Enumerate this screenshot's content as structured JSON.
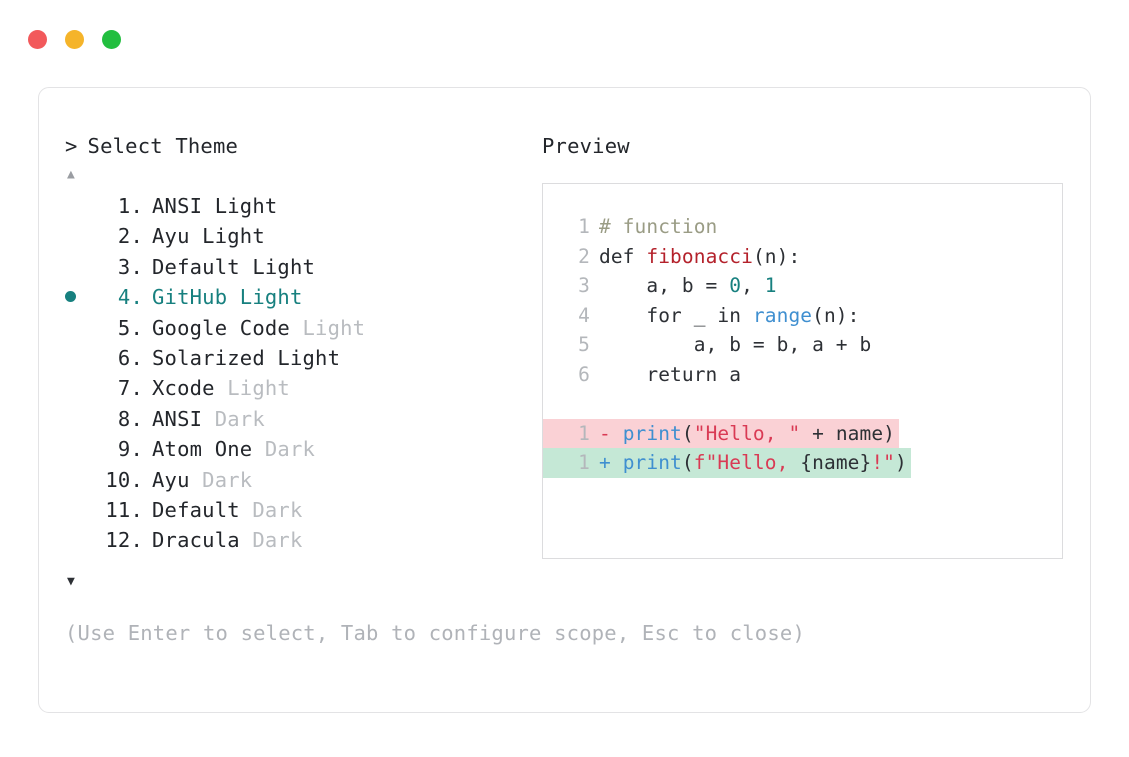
{
  "window": {
    "traffic_lights": [
      {
        "name": "close",
        "color": "#f2595b"
      },
      {
        "name": "minimize",
        "color": "#f5b42a"
      },
      {
        "name": "maximize",
        "color": "#22be3f"
      }
    ]
  },
  "left": {
    "prompt_caret": ">",
    "prompt_title": "Select Theme",
    "scroll_up": "▲",
    "scroll_down": "▼",
    "selected_index": 4,
    "items": [
      {
        "num": "1.",
        "name": "ANSI",
        "suffix": "Light",
        "suffix_muted": false,
        "selected": false
      },
      {
        "num": "2.",
        "name": "Ayu",
        "suffix": "Light",
        "suffix_muted": false,
        "selected": false
      },
      {
        "num": "3.",
        "name": "Default",
        "suffix": "Light",
        "suffix_muted": false,
        "selected": false
      },
      {
        "num": "4.",
        "name": "GitHub",
        "suffix": "Light",
        "suffix_muted": false,
        "selected": true
      },
      {
        "num": "5.",
        "name": "Google Code",
        "suffix": "Light",
        "suffix_muted": true,
        "selected": false
      },
      {
        "num": "6.",
        "name": "Solarized",
        "suffix": "Light",
        "suffix_muted": false,
        "selected": false
      },
      {
        "num": "7.",
        "name": "Xcode",
        "suffix": "Light",
        "suffix_muted": true,
        "selected": false
      },
      {
        "num": "8.",
        "name": "ANSI",
        "suffix": "Dark",
        "suffix_muted": true,
        "selected": false
      },
      {
        "num": "9.",
        "name": "Atom One",
        "suffix": "Dark",
        "suffix_muted": true,
        "selected": false
      },
      {
        "num": "10.",
        "name": "Ayu",
        "suffix": "Dark",
        "suffix_muted": true,
        "selected": false
      },
      {
        "num": "11.",
        "name": "Default",
        "suffix": "Dark",
        "suffix_muted": true,
        "selected": false
      },
      {
        "num": "12.",
        "name": "Dracula",
        "suffix": "Dark",
        "suffix_muted": true,
        "selected": false
      }
    ],
    "hint": "(Use Enter to select, Tab to configure scope, Esc to close)"
  },
  "right": {
    "preview_label": "Preview",
    "code_lines": [
      {
        "ln": "1",
        "tokens": [
          {
            "t": "# function",
            "c": "tok-comment"
          }
        ]
      },
      {
        "ln": "2",
        "tokens": [
          {
            "t": "def ",
            "c": "tok-kw"
          },
          {
            "t": "fibonacci",
            "c": "tok-fn"
          },
          {
            "t": "(n):",
            "c": "tok-punct"
          }
        ]
      },
      {
        "ln": "3",
        "tokens": [
          {
            "t": "    a, b = ",
            "c": "tok-plain"
          },
          {
            "t": "0",
            "c": "tok-num"
          },
          {
            "t": ", ",
            "c": "tok-plain"
          },
          {
            "t": "1",
            "c": "tok-num"
          }
        ]
      },
      {
        "ln": "4",
        "tokens": [
          {
            "t": "    for _ in ",
            "c": "tok-plain"
          },
          {
            "t": "range",
            "c": "tok-builtin"
          },
          {
            "t": "(n):",
            "c": "tok-punct"
          }
        ]
      },
      {
        "ln": "5",
        "tokens": [
          {
            "t": "        a, b = b, a + b",
            "c": "tok-plain"
          }
        ]
      },
      {
        "ln": "6",
        "tokens": [
          {
            "t": "    return a",
            "c": "tok-plain"
          }
        ]
      }
    ],
    "diff_lines": [
      {
        "ln": "1",
        "kind": "del",
        "marker": "-",
        "tokens": [
          {
            "t": "print",
            "c": "tok-builtin"
          },
          {
            "t": "(",
            "c": "tok-punct"
          },
          {
            "t": "\"Hello, \"",
            "c": "tok-str"
          },
          {
            "t": " + name)",
            "c": "tok-plain"
          }
        ]
      },
      {
        "ln": "1",
        "kind": "add",
        "marker": "+",
        "tokens": [
          {
            "t": "print",
            "c": "tok-builtin"
          },
          {
            "t": "(",
            "c": "tok-punct"
          },
          {
            "t": "f\"Hello, ",
            "c": "tok-str"
          },
          {
            "t": "{name}",
            "c": "tok-plain"
          },
          {
            "t": "!\"",
            "c": "tok-str"
          },
          {
            "t": ")",
            "c": "tok-punct"
          }
        ]
      }
    ]
  },
  "colors": {
    "accent_teal": "#17807f",
    "muted_text": "#b9bcc0",
    "body_text": "#23262b",
    "diff_del_bg": "#fad1d5",
    "diff_add_bg": "#c5e8d6",
    "border": "#e3e3e5"
  }
}
